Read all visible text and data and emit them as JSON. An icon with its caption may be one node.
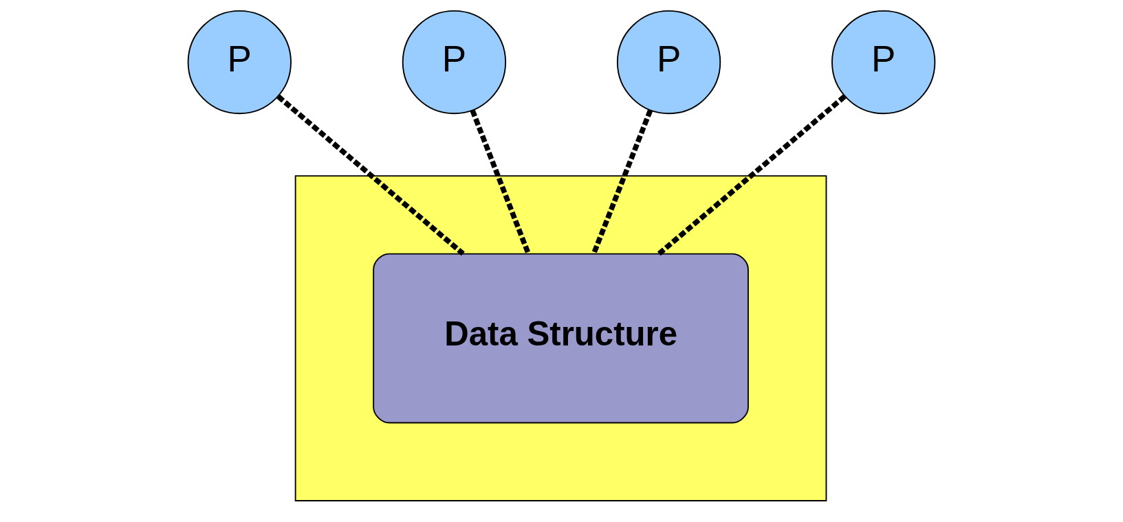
{
  "diagram": {
    "nodes": [
      {
        "text": [
          "P"
        ]
      },
      {
        "text": [
          "P"
        ]
      },
      {
        "text": [
          "P"
        ]
      },
      {
        "text": [
          "P"
        ]
      },
      {
        "text": [],
        "shape": "box"
      },
      {
        "text": [
          "Data Structure"
        ],
        "in": 4
      }
    ],
    "edges": [
      {
        "from": 0,
        "to": 5,
        "arrow": "none",
        "style": "dashed"
      },
      {
        "from": 1,
        "to": 5,
        "arrow": "none",
        "style": "dashed"
      },
      {
        "from": 2,
        "to": 5,
        "arrow": "none",
        "style": "dashed"
      },
      {
        "from": 3,
        "to": 5,
        "arrow": "none",
        "style": "dashed"
      }
    ]
  }
}
